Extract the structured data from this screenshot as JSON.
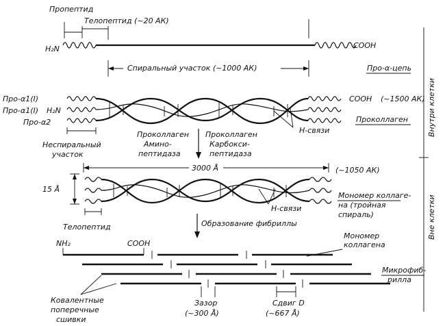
{
  "labels": {
    "propeptide": "Пропептид",
    "telopeptide_top": "Телопептид (~20 АК)",
    "h2n_top": "H₂N",
    "cooh_top": "COOH",
    "helical_region": "Спиральный участок (~1000 АК)",
    "pro_alpha_chain": "Про-α-цепь",
    "inside_cell": "Внутри клетки",
    "pro_a1_1": "Про-α1(I)",
    "pro_a1_2": "Про-α1(I)",
    "h2n_mid": "H₂N",
    "pro_a2": "Про-α2",
    "cooh_mid": "COOH",
    "aa_1500": "(~1500 АК)",
    "procollagen": "Проколлаген",
    "h_bonds_1": "Н-связи",
    "nonhelical_region_1": "Неспиральный",
    "nonhelical_region_2": "участок",
    "amino_pept_1": "Проколлаген",
    "amino_pept_2": "Амино-",
    "amino_pept_3": "пептидаза",
    "carboxy_pept_1": "Проколлаген",
    "carboxy_pept_2": "Карбокси-",
    "carboxy_pept_3": "пептидаза",
    "length_3000": "3000 Å",
    "aa_1050": "(~1050 АК)",
    "width_15": "15 Å",
    "monomer_1": "Мономер коллаге-",
    "monomer_2": "на (тройная",
    "monomer_3": "спираль)",
    "h_bonds_2": "Н-связи",
    "telopeptide_mid": "Телопептид",
    "fibril_formation": "Образование фибриллы",
    "outside_cell": "Вне клетки",
    "nh2_bottom": "NH₂",
    "cooh_bottom": "COOH",
    "monomer_bottom_1": "Мономер",
    "monomer_bottom_2": "коллагена",
    "microfibril_1": "Микрофиб-",
    "microfibril_2": "рилла",
    "covalent_1": "Ковалентные",
    "covalent_2": "поперечные",
    "covalent_3": "сшивки",
    "gap_1": "Зазор",
    "gap_2": "(~300 Å)",
    "shift_1": "Сдвиг D",
    "shift_2": "(~667 Å)"
  }
}
